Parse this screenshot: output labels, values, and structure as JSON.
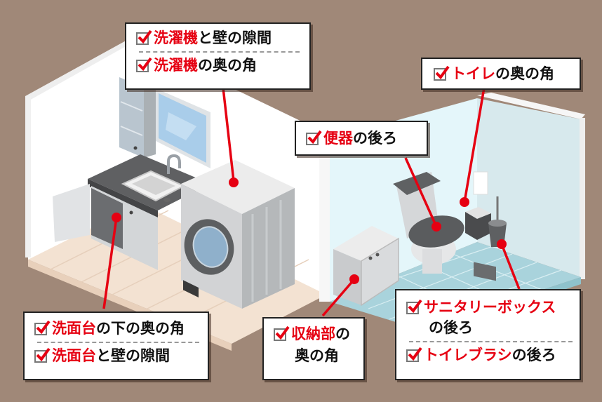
{
  "colors": {
    "background": "#a08878",
    "accent_red": "#e60012",
    "laundry_wall": "#ffffff",
    "laundry_floor": "#f3e2d2",
    "toilet_wall": "#e4f6fa",
    "toilet_floor": "#a9d3dc"
  },
  "callouts": {
    "washer": {
      "items": [
        {
          "highlight": "洗濯機",
          "rest": "と壁の隙間"
        },
        {
          "highlight": "洗濯機",
          "rest": "の奥の角"
        }
      ]
    },
    "toilet_corner": {
      "items": [
        {
          "highlight": "トイレ",
          "rest": "の奥の角"
        }
      ]
    },
    "toilet_bowl": {
      "items": [
        {
          "highlight": "便器",
          "rest": "の後ろ"
        }
      ]
    },
    "sink": {
      "items": [
        {
          "highlight": "洗面台",
          "rest": "の下の奥の角"
        },
        {
          "highlight": "洗面台",
          "rest": "と壁の隙間"
        }
      ]
    },
    "storage": {
      "items": [
        {
          "highlight": "収納部",
          "rest": "の",
          "second_line": "奥の角"
        }
      ]
    },
    "sanitary": {
      "items": [
        {
          "highlight": "サニタリーボックス",
          "rest": "",
          "second_line": "の後ろ"
        },
        {
          "highlight": "トイレブラシ",
          "rest": "の後ろ"
        }
      ]
    }
  },
  "icons": {
    "checkbox": "checked-checkbox-icon",
    "pointer": "red-dot-marker-icon"
  }
}
